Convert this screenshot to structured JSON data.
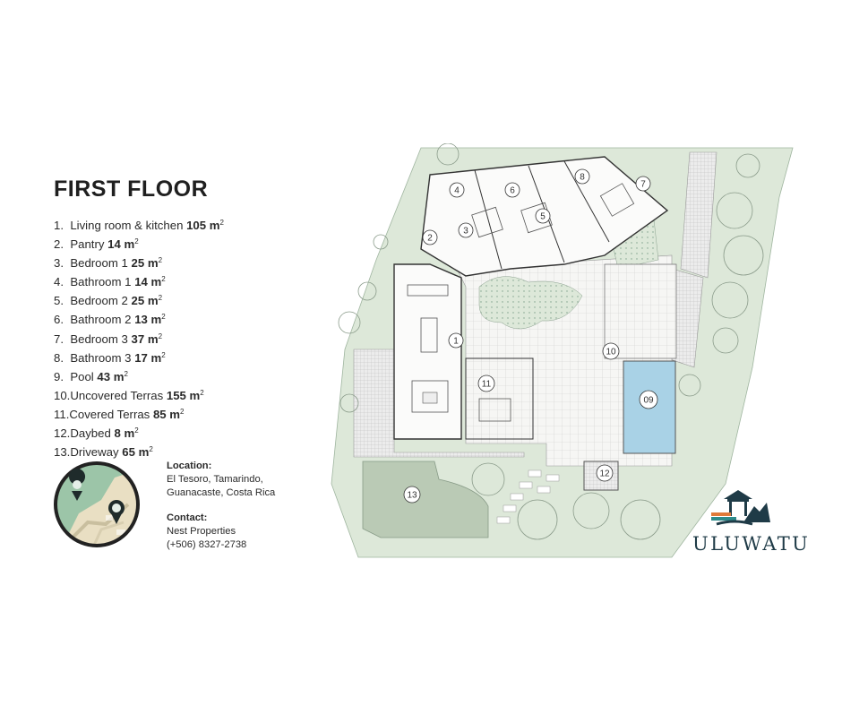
{
  "title": "FIRST FLOOR",
  "rooms": [
    {
      "num": "1.",
      "name": "Living room & kitchen",
      "area": "105 m",
      "unit_sup": "2"
    },
    {
      "num": "2.",
      "name": "Pantry",
      "area": "14 m",
      "unit_sup": "2"
    },
    {
      "num": "3.",
      "name": "Bedroom 1",
      "area": "25 m",
      "unit_sup": "2"
    },
    {
      "num": "4.",
      "name": "Bathroom 1",
      "area": "14 m",
      "unit_sup": "2"
    },
    {
      "num": "5.",
      "name": "Bedroom 2",
      "area": "25 m",
      "unit_sup": "2"
    },
    {
      "num": "6.",
      "name": "Bathroom 2",
      "area": "13 m",
      "unit_sup": "2"
    },
    {
      "num": "7.",
      "name": "Bedroom 3",
      "area": "37 m",
      "unit_sup": "2"
    },
    {
      "num": "8.",
      "name": "Bathroom 3",
      "area": "17 m",
      "unit_sup": "2"
    },
    {
      "num": "9.",
      "name": "Pool",
      "area": "43 m",
      "unit_sup": "2"
    },
    {
      "num": "10.",
      "name": "Uncovered Terras",
      "area": "155 m",
      "unit_sup": "2"
    },
    {
      "num": "11.",
      "name": "Covered Terras",
      "area": "85 m",
      "unit_sup": "2"
    },
    {
      "num": "12.",
      "name": "Daybed",
      "area": "8 m",
      "unit_sup": "2"
    },
    {
      "num": "13.",
      "name": "Driveway",
      "area": "65 m",
      "unit_sup": "2"
    }
  ],
  "location": {
    "label": "Location:",
    "line1": "El Tesoro, Tamarindo,",
    "line2": "Guanacaste, Costa Rica"
  },
  "contact": {
    "label": "Contact:",
    "line1": "Nest Properties",
    "line2": "(+506) 8327-2738"
  },
  "plan_labels": {
    "r1": "1",
    "r2": "2",
    "r3": "3",
    "r4": "4",
    "r5": "5",
    "r6": "6",
    "r7": "7",
    "r8": "8",
    "r9": "09",
    "r10": "10",
    "r11": "11",
    "r12": "12",
    "r13": "13"
  },
  "brand": {
    "name": "ULUWATU",
    "color": "#1f3b47",
    "accent_orange": "#e07a3a",
    "accent_teal": "#2e8b8b"
  },
  "colors": {
    "lawn": "#dde8d9",
    "tile": "#f4f4f2",
    "pool": "#a9d2e6",
    "roof": "#e6e6e6",
    "map_bg": "#9cc5a8",
    "map_road": "#e9dfc3"
  }
}
